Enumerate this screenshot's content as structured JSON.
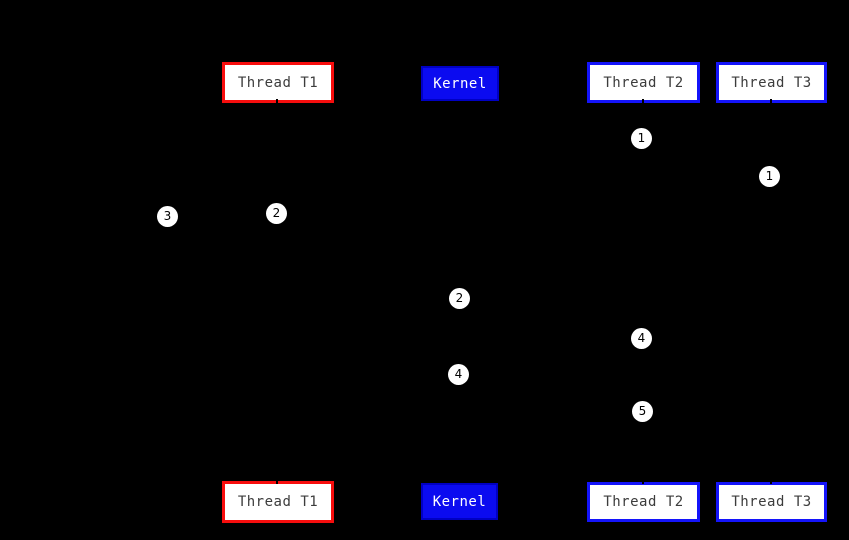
{
  "diagram": {
    "type": "sequence-diagram",
    "actors": [
      {
        "id": "thread-t1",
        "label": "Thread T1",
        "style": "red-border"
      },
      {
        "id": "kernel",
        "label": "Kernel",
        "style": "blue-filled"
      },
      {
        "id": "thread-t2",
        "label": "Thread T2",
        "style": "blue-border"
      },
      {
        "id": "thread-t3",
        "label": "Thread T3",
        "style": "blue-border"
      }
    ],
    "markers": [
      {
        "label": "1"
      },
      {
        "label": "1"
      },
      {
        "label": "2"
      },
      {
        "label": "3"
      },
      {
        "label": "2"
      },
      {
        "label": "4"
      },
      {
        "label": "4"
      },
      {
        "label": "5"
      }
    ],
    "colors": {
      "background": "#000000",
      "thread_t1_border": "#f70d0d",
      "thread_border_blue": "#1414fa",
      "kernel_fill": "#0b0bf0",
      "kernel_border": "#0000c4",
      "box_fill": "#ffffff",
      "box_text": "#3c3c3c",
      "kernel_text": "#ffffff",
      "marker_fill": "#ffffff",
      "marker_text": "#000000"
    }
  }
}
